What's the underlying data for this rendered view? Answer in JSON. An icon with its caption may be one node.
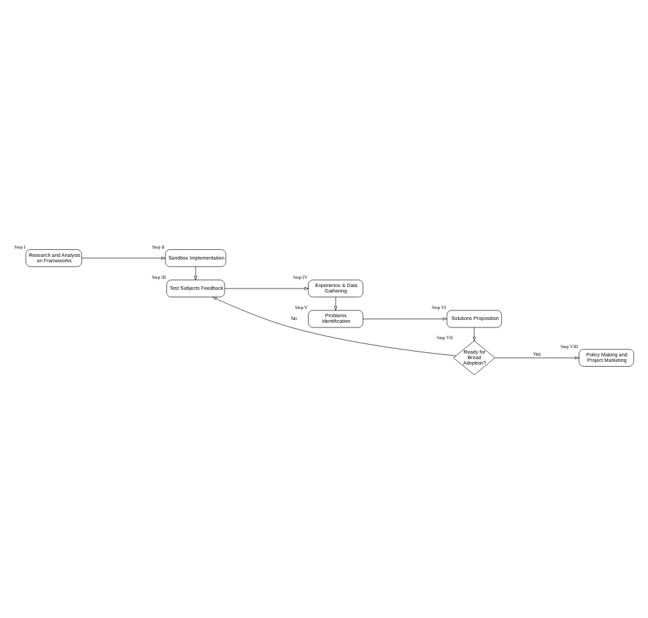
{
  "diagram": {
    "nodes": [
      {
        "text": [
          "Step I",
          "Research and Analysis on Frameworks"
        ]
      },
      {
        "text": [
          "Step II",
          "Sandbox Implementation"
        ]
      },
      {
        "text": [
          "Step IV",
          "Experience & Data Gathering"
        ]
      },
      {
        "text": [
          "Step III",
          "Test Subjects Feedback"
        ]
      },
      {
        "text": [
          "Step V",
          "Problems Identification"
        ]
      },
      {
        "text": [
          "Step VI",
          "Solutions Proposition"
        ]
      },
      {
        "text": [
          "Step VIII",
          "Policy Making and Project Marketing"
        ]
      },
      {
        "text": [
          "Step VII",
          "Ready for Broad Adoption?"
        ]
      }
    ],
    "edges": [
      {
        "from": 0,
        "to": 1,
        "arrow": "to"
      },
      {
        "from": 1,
        "to": 3,
        "arrow": "to"
      },
      {
        "from": 3,
        "to": 2,
        "arrow": "to"
      },
      {
        "from": 2,
        "to": 4,
        "arrow": "to"
      },
      {
        "from": 4,
        "to": 5,
        "arrow": "to"
      },
      {
        "from": 5,
        "to": 7,
        "arrow": "to"
      },
      {
        "from": 7,
        "to": 6,
        "label": "Yes",
        "arrow": "to"
      },
      {
        "from": 7,
        "to": 3,
        "label": "No",
        "arrow": "to"
      }
    ]
  }
}
